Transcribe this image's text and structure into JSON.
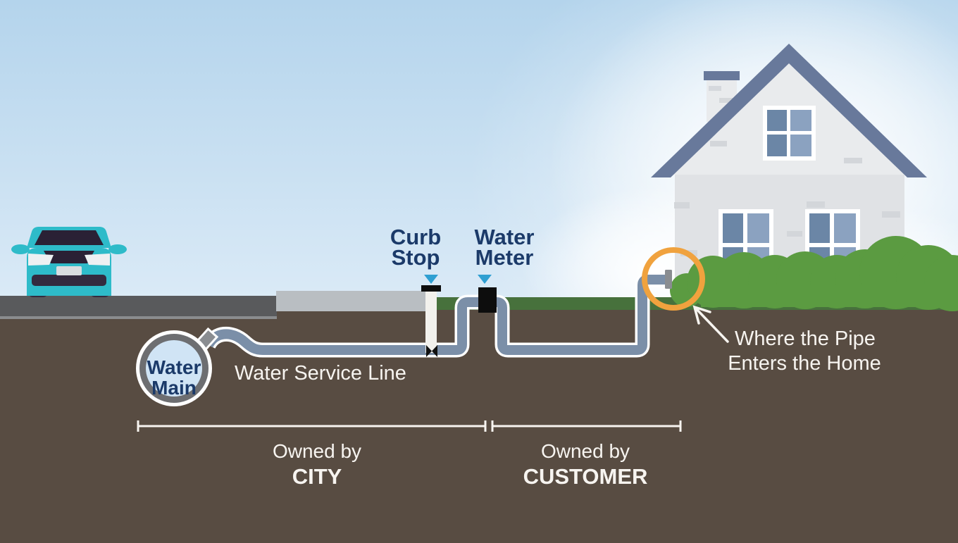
{
  "labels": {
    "water_main": {
      "line1": "Water",
      "line2": "Main"
    },
    "water_service_line": "Water Service Line",
    "curb_stop": {
      "line1": "Curb",
      "line2": "Stop"
    },
    "water_meter": {
      "line1": "Water",
      "line2": "Meter"
    },
    "pipe_entry": {
      "line1": "Where the Pipe",
      "line2": "Enters the Home"
    },
    "ownership_city": {
      "line1": "Owned by",
      "line2": "CITY"
    },
    "ownership_customer": {
      "line1": "Owned by",
      "line2": "CUSTOMER"
    }
  },
  "colors": {
    "sky_top": "#b4d4ec",
    "sky_bottom": "#dcebf7",
    "ground": "#584c42",
    "road": "#595a5c",
    "road_edge": "#8a8c8e",
    "sidewalk": "#b9bec2",
    "grass": "#47713c",
    "bush": "#5b9b41",
    "pipe": "#7b8fa8",
    "pipe_outline": "#ffffff",
    "pipe_collar": "#8a8d91",
    "curb_stop_pipe": "#f2f1ed",
    "meter": "#0d0d0d",
    "valve": "#111111",
    "marker": "#2f9fd2",
    "label_navy": "#1b3a69",
    "label_white": "#f7f4f0",
    "highlight_orange": "#f0a23e",
    "water_main_fill": "#d0e4f5",
    "water_main_ring": "#6d6e71",
    "water_main_outline": "#ffffff",
    "house_body": "#e0e2e5",
    "house_gable": "#e9ebed",
    "house_brick": "#d3d6da",
    "roof": "#68799b",
    "window_frame": "#ffffff",
    "window_pane": "#8ba2c0",
    "window_pane_dark": "#6b86a6",
    "car_body": "#2ebbc9",
    "car_glass": "#2a2135",
    "car_trim": "#332a3e",
    "car_light": "#edf0f2",
    "car_plate": "#d9dde0"
  }
}
